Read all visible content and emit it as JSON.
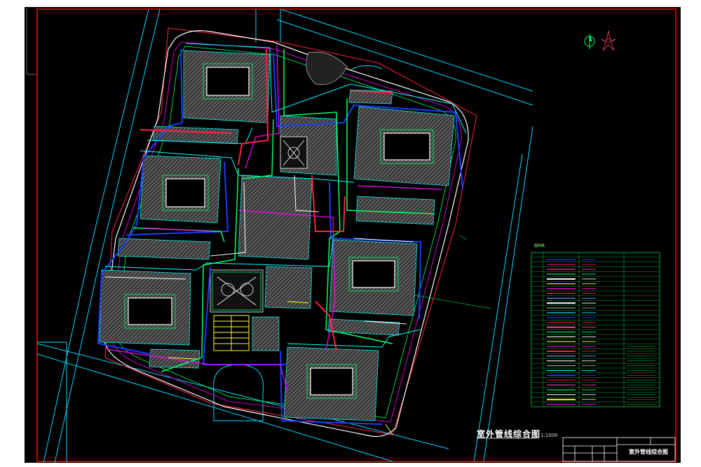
{
  "drawing": {
    "title": "室外管线综合图",
    "scale": "1:1000",
    "title_block_name": "室外管线综合图"
  },
  "legend": {
    "caption": "图例表",
    "rows": 32,
    "colors": [
      "#00ffff",
      "#0044ff",
      "#ff0055",
      "#ff44aa",
      "#00ff66",
      "#ffffff",
      "#ffff00",
      "#ff00ff",
      "#ff2222",
      "#66aaff",
      "#ffffff",
      "#aaaaaa"
    ]
  },
  "colors": {
    "background": "#000000",
    "border": "#ff0000",
    "road": "#00e5ff",
    "building": "#8a8a8a",
    "pipe_blue": "#1a3dff",
    "pipe_green": "#00ff66",
    "pipe_magenta": "#ff00ff",
    "pipe_red": "#ff2244",
    "pipe_white": "#ffffff",
    "pipe_yellow": "#ffff33",
    "legend_grid": "#00cc44"
  },
  "icons": [
    "north-arrow-icon",
    "wind-rose-icon"
  ]
}
